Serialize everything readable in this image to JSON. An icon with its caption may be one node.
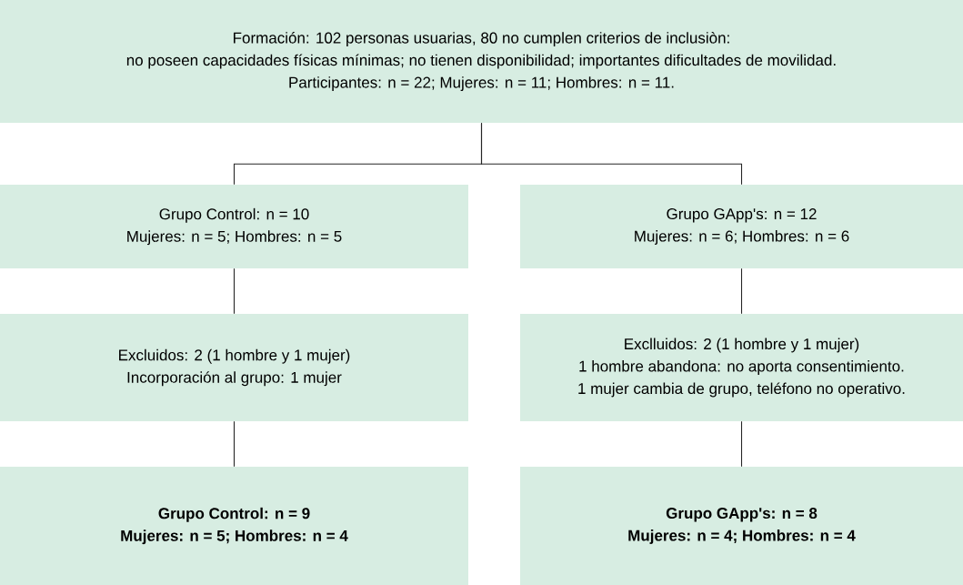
{
  "diagram": {
    "nodes": [
      {
        "text": [
          "Formación: 102 personas usuarias, 80 no cumplen criterios de inclusiòn:",
          "no poseen capacidades físicas mínimas; no tienen disponibilidad; importantes dificultades de movilidad.",
          "Participantes: n = 22; Mujeres: n = 11; Hombres: n = 11."
        ]
      },
      {
        "text": [
          "Grupo Control: n = 10",
          "Mujeres: n = 5; Hombres: n = 5"
        ]
      },
      {
        "text": [
          "Grupo GApp's: n = 12",
          "Mujeres: n = 6; Hombres: n = 6"
        ]
      },
      {
        "text": [
          "Excluidos: 2 (1 hombre y 1 mujer)",
          "Incorporación al grupo: 1 mujer"
        ]
      },
      {
        "text": [
          "Exclluidos: 2 (1 hombre y 1 mujer)",
          "1 hombre abandona: no aporta consentimiento.",
          "1 mujer cambia de grupo, teléfono no operativo."
        ]
      },
      {
        "text": [
          "Grupo Control: n = 9",
          "Mujeres: n = 5; Hombres: n = 4"
        ]
      },
      {
        "text": [
          "Grupo GApp's: n = 8",
          "Mujeres: n = 4; Hombres: n = 4"
        ]
      }
    ],
    "edges": [
      {
        "from": 0,
        "to": 1,
        "arrow": "none"
      },
      {
        "from": 0,
        "to": 2,
        "arrow": "none"
      },
      {
        "from": 1,
        "to": 3,
        "arrow": "none"
      },
      {
        "from": 2,
        "to": 4,
        "arrow": "none"
      },
      {
        "from": 3,
        "to": 5,
        "arrow": "none"
      },
      {
        "from": 4,
        "to": 6,
        "arrow": "none"
      }
    ]
  }
}
